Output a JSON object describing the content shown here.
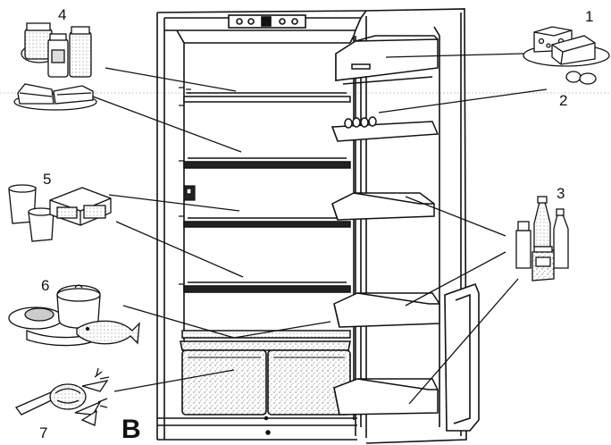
{
  "labels": {
    "n1": "1",
    "n2": "2",
    "n3": "3",
    "n4": "4",
    "n5": "5",
    "n6": "6",
    "n7": "7"
  },
  "figure_letter": "B",
  "colors": {
    "ink": "#111111",
    "stipple": "#8a8a8a",
    "paper": "#ffffff"
  }
}
